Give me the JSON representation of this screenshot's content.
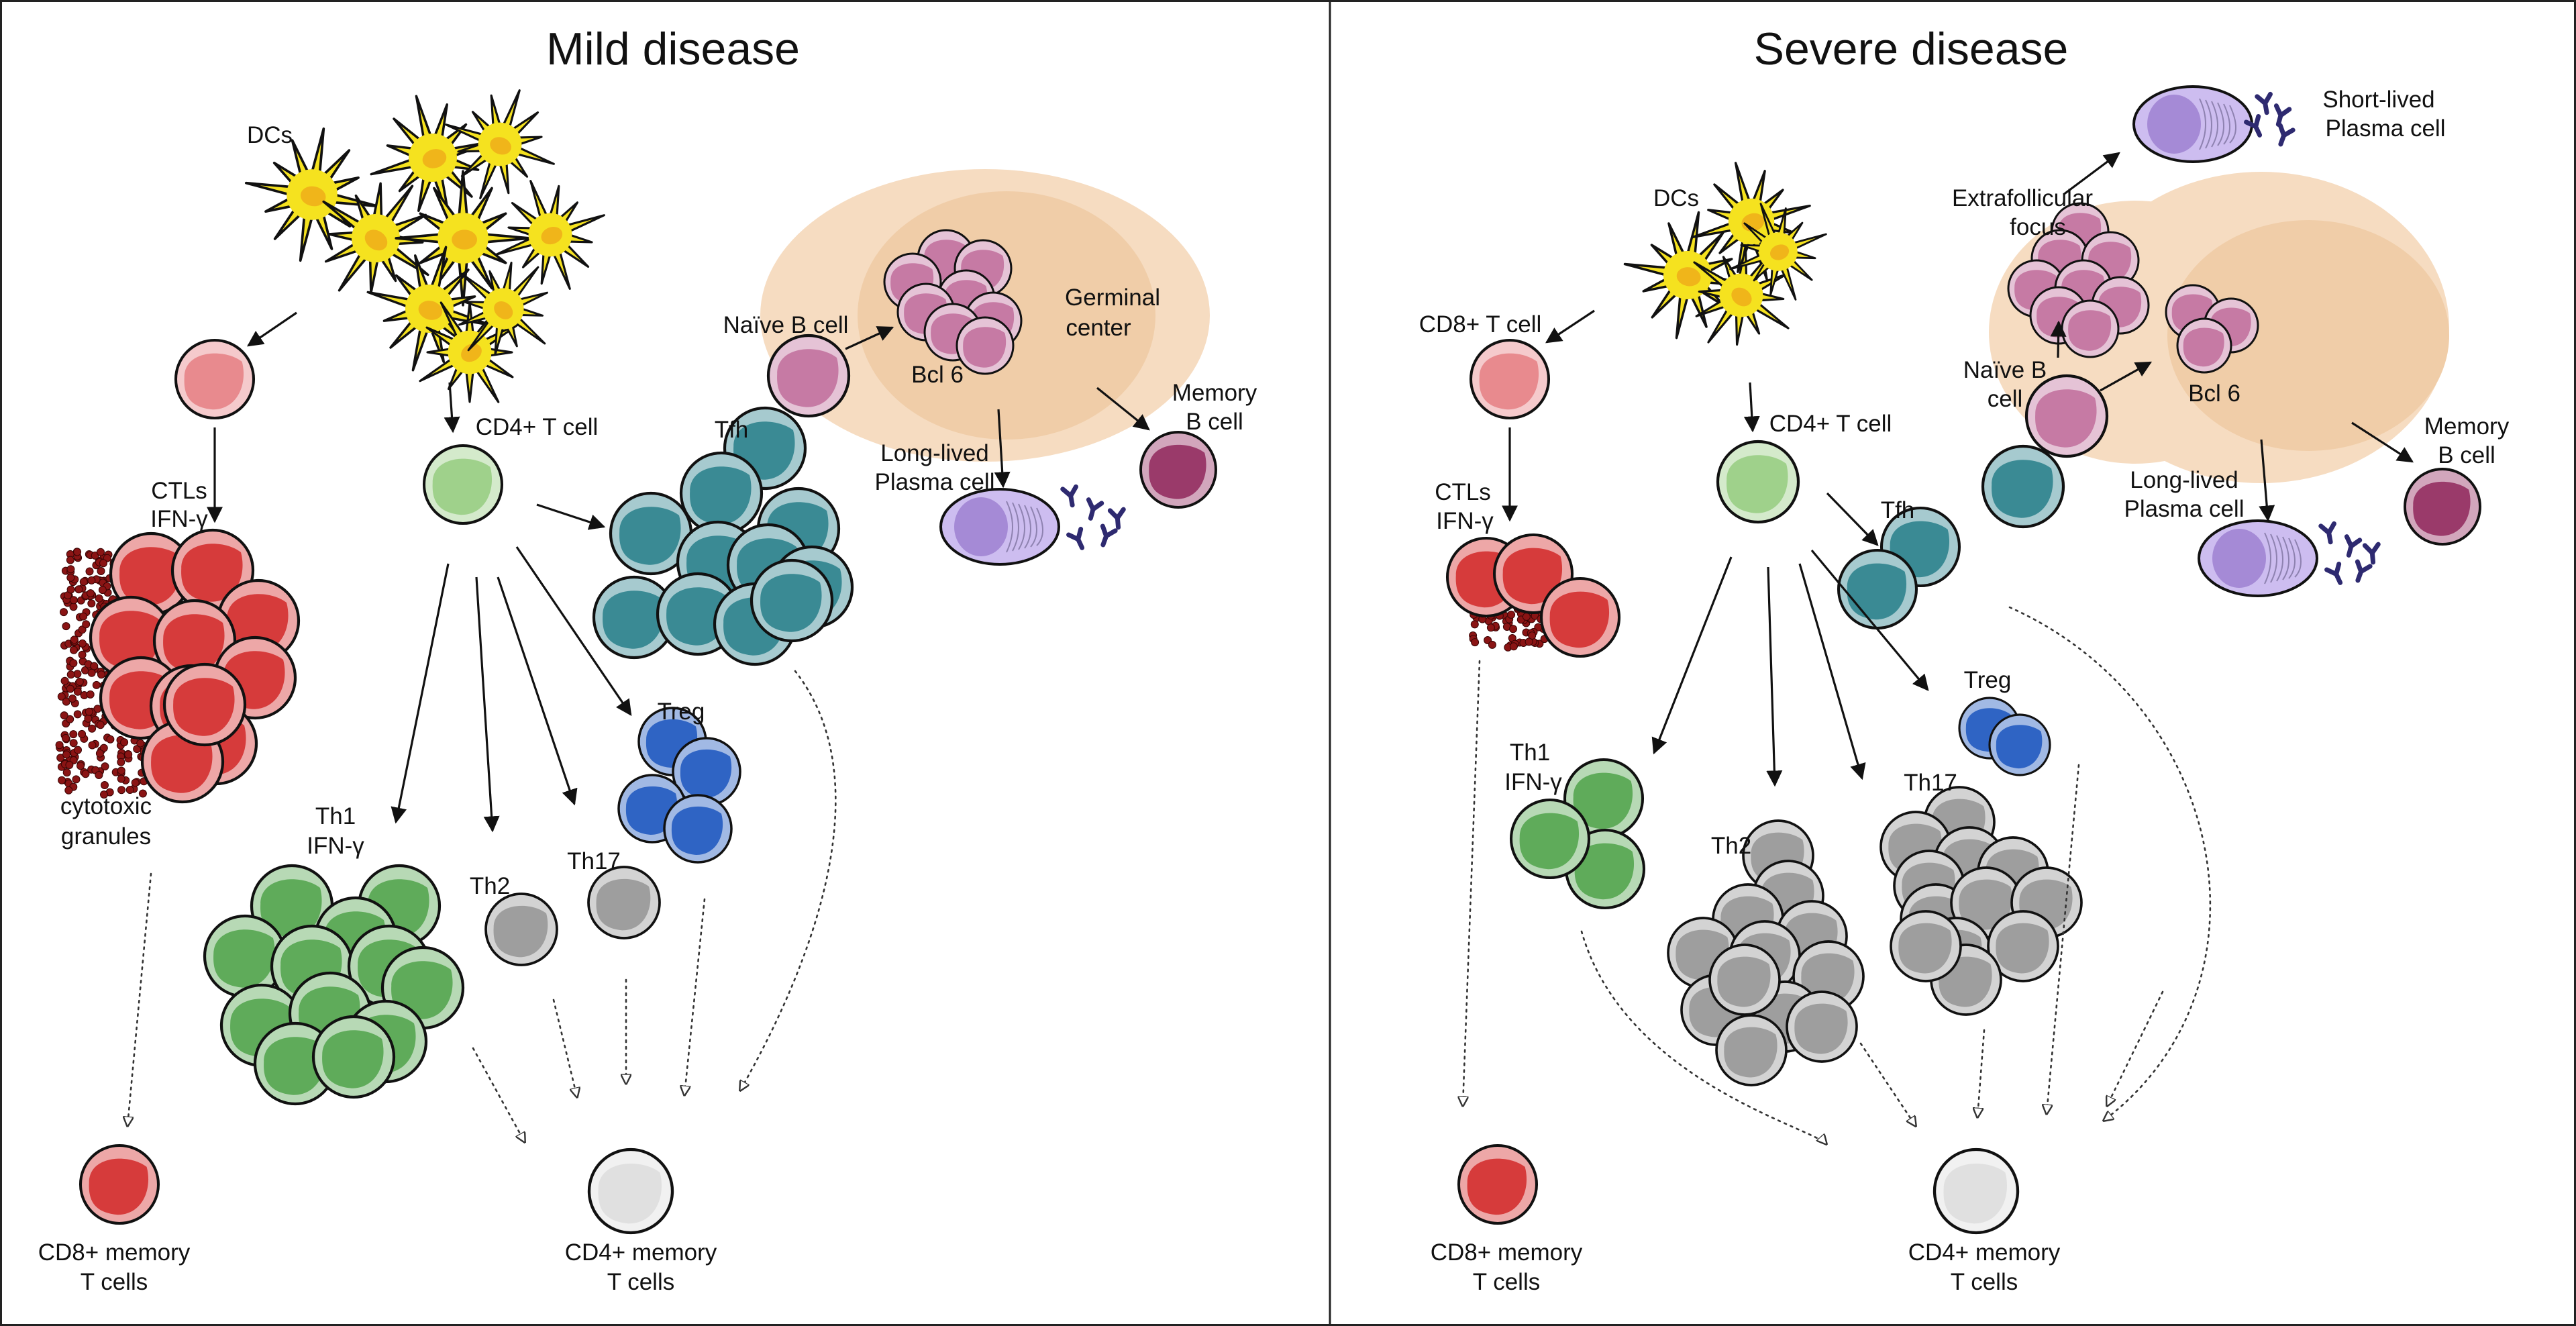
{
  "panels": [
    {
      "title": "Mild disease",
      "labels": {
        "dcs": "DCs",
        "cd4": "CD4+ T cell",
        "tfh": "Tfh",
        "naive": "Naïve B cell",
        "bcl6": "Bcl 6",
        "gc1": "Germinal",
        "gc2": "center",
        "mem1": "Memory",
        "mem2": "B cell",
        "llpc1": "Long-lived",
        "llpc2": "Plasma cell",
        "ctl1": "CTLs",
        "ctl2": "IFN-γ",
        "gran1": "cytotoxic",
        "gran2": "granules",
        "th1a": "Th1",
        "th1b": "IFN-γ",
        "th2": "Th2",
        "th17": "Th17",
        "treg": "Treg",
        "cd8m1": "CD8+ memory",
        "cd8m2": "T cells",
        "cd4m1": "CD4+ memory",
        "cd4m2": "T cells"
      }
    },
    {
      "title": "Severe disease",
      "labels": {
        "dcs": "DCs",
        "cd8": "CD8+ T cell",
        "cd4": "CD4+ T cell",
        "tfh": "Tfh",
        "ef1": "Extrafollicular",
        "ef2": "focus",
        "slpc1": "Short-lived",
        "slpc2": "Plasma cell",
        "naive1": "Naïve B",
        "naive2": "cell",
        "bcl6": "Bcl 6",
        "mem1": "Memory",
        "mem2": "B cell",
        "llpc1": "Long-lived",
        "llpc2": "Plasma cell",
        "ctl1": "CTLs",
        "ctl2": "IFN-γ",
        "th1a": "Th1",
        "th1b": "IFN-γ",
        "th2": "Th2",
        "th17": "Th17",
        "treg": "Treg",
        "cd8m1": "CD8+ memory",
        "cd8m2": "T cells",
        "cd4m1": "CD4+ memory",
        "cd4m2": "T cells"
      }
    }
  ],
  "cell_colors": {
    "cd8": "#e88a8e",
    "ctl": "#d63b3b",
    "cd4": "#9fd18b",
    "th1": "#5fab5a",
    "th2": "#9e9e9e",
    "treg": "#2f64c4",
    "tfh": "#3a8a94",
    "bcell": "#c67aa4",
    "memoryb": "#9a3a6a",
    "plasma": "#a58ad6",
    "memory_t": "#e0e0e0",
    "dc": "#f5e21f",
    "follicle": "#f6dcc1",
    "gc": "#f0cda8",
    "granule": "#8a1414",
    "antibody": "#2e2a70"
  }
}
